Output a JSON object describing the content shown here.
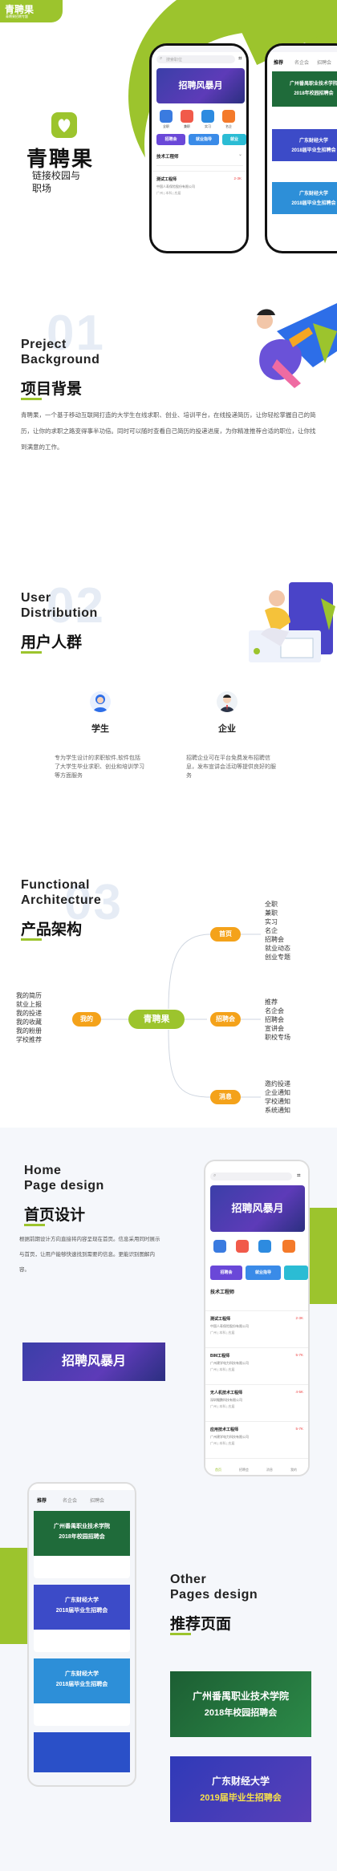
{
  "logo": {
    "name": "青聘果",
    "tagline": "青聘果招聘专题"
  },
  "intro": {
    "brand": "青聘果",
    "slogan_line1": "链接校园与",
    "slogan_line2": "职场"
  },
  "phone1": {
    "search_placeholder": "搜索职位",
    "banner_text": "招聘风暴月",
    "icons": [
      "全职",
      "兼职",
      "实习",
      "名企"
    ],
    "buttons": [
      "招聘会",
      "就业指导",
      "就业"
    ],
    "filter_label": "技术工程师",
    "job": {
      "title": "测试工程师",
      "salary": "2-3K",
      "company": "中国人寿保险股份有限公司",
      "meta": "广州 | 本科 | 应届"
    }
  },
  "phone2": {
    "tabs": [
      "推荐",
      "名企会",
      "招聘会"
    ],
    "cards": [
      {
        "title": "广州番禺职业技术学院",
        "sub": "2018年校园招聘会"
      },
      {
        "title": "广东财经大学",
        "sub": "2018届毕业生招聘会"
      },
      {
        "title": "广东财经大学",
        "sub": "2018届毕业生招聘会"
      }
    ]
  },
  "section1": {
    "num": "01",
    "en_line1": "Preject",
    "en_line2": "Background",
    "cn": "项目背景",
    "text": "青聘果，一个基于移动互联网打造的大学生在线求职、创业、培训平台，在线投递简历，让你轻松掌握自己的简历，让你的求职之路变得事半功倍。同时可以随时查看自己简历的投递进度，为你精准推荐合适的职位，让你找到满意的工作。"
  },
  "section2": {
    "num": "02",
    "en_line1": "User",
    "en_line2": "Distribution",
    "cn": "用户人群",
    "student": {
      "label": "学生",
      "desc": "专为学生设计的求职软件,软件包括了大学生毕业求职、创业和培训学习等方面服务"
    },
    "company": {
      "label": "企业",
      "desc": "招聘企业可在平台免费发布招聘信息，发布宣讲会活动等提供良好的服务"
    }
  },
  "section3": {
    "num": "03",
    "en_line1": "Functional",
    "en_line2": "Architecture",
    "cn": "产品架构",
    "center": "青聘果",
    "mine": "我的",
    "mine_items": [
      "我的简历",
      "就业上报",
      "我的投递",
      "我的收藏",
      "我的粉册",
      "学校推荐"
    ],
    "home": "首页",
    "home_items": [
      "全职",
      "兼职",
      "实习",
      "名企",
      "招聘会",
      "就业动态",
      "创业专题"
    ],
    "fair": "招聘会",
    "fair_items": [
      "推荐",
      "名企会",
      "招聘会",
      "宣讲会",
      "职校专场"
    ],
    "msg": "消息",
    "msg_items": [
      "邀约投递",
      "企业通知",
      "学校通知",
      "系统通知"
    ]
  },
  "section4": {
    "en_line1": "Home",
    "en_line2": "Page design",
    "cn": "首页设计",
    "text": "根据前期设计方向直接将内容呈现在首页。信息采用同时展示与首页，让用户能够快速找到需要的信息。更能识别图解内容。",
    "banner_text": "招聘风暴月",
    "jobs": [
      {
        "title": "测试工程师",
        "salary": "2-3K",
        "company": "中国人寿保险股份有限公司",
        "meta": "广州 | 本科 | 应届"
      },
      {
        "title": "BIM工程师",
        "salary": "5-7K",
        "company": "广州建学电力科技有限公司",
        "meta": "广州 | 本科 | 应届"
      },
      {
        "title": "无人机技术工程师",
        "salary": "4-5K",
        "company": "深圳鲲鹏科技有限公司",
        "meta": "广州 | 本科 | 应届"
      },
      {
        "title": "应用技术工程师",
        "salary": "5-7K",
        "company": "广州建学电力科技有限公司",
        "meta": "广州 | 本科 | 应届"
      }
    ],
    "bottom_tabs": [
      "首页",
      "招聘会",
      "消息",
      "我的"
    ]
  },
  "section5": {
    "en_line1": "Other",
    "en_line2": "Pages design",
    "cn": "推荐页面",
    "ad1": {
      "title": "广州番禺职业技术学院",
      "sub": "2018年校园招聘会"
    },
    "ad2": {
      "title": "广东财经大学",
      "sub": "2019届毕业生招聘会"
    }
  },
  "colors": {
    "green": "#9cc42d",
    "orange": "#f4a21a",
    "purple": "#5a3fb8",
    "blue": "#2d67d8"
  }
}
